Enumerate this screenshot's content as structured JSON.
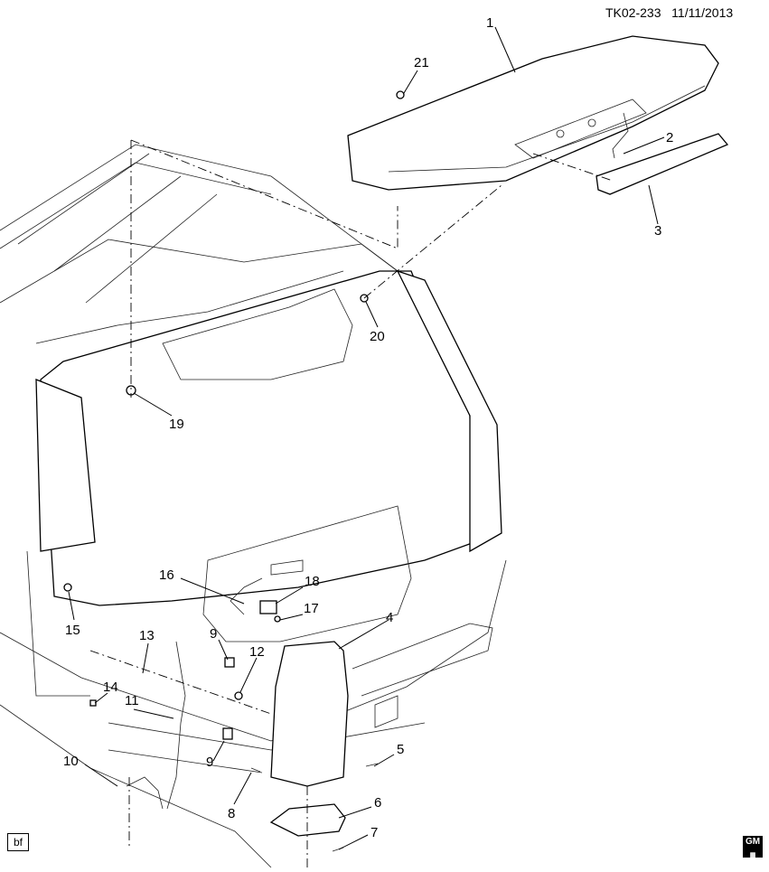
{
  "header": {
    "code": "TK02-233",
    "date": "11/11/2013"
  },
  "corner_tag": "bf",
  "logo_text": "GM",
  "callouts": [
    "1",
    "2",
    "3",
    "4",
    "5",
    "6",
    "7",
    "8",
    "9",
    "9",
    "10",
    "11",
    "12",
    "13",
    "14",
    "15",
    "16",
    "17",
    "18",
    "19",
    "20",
    "21"
  ]
}
